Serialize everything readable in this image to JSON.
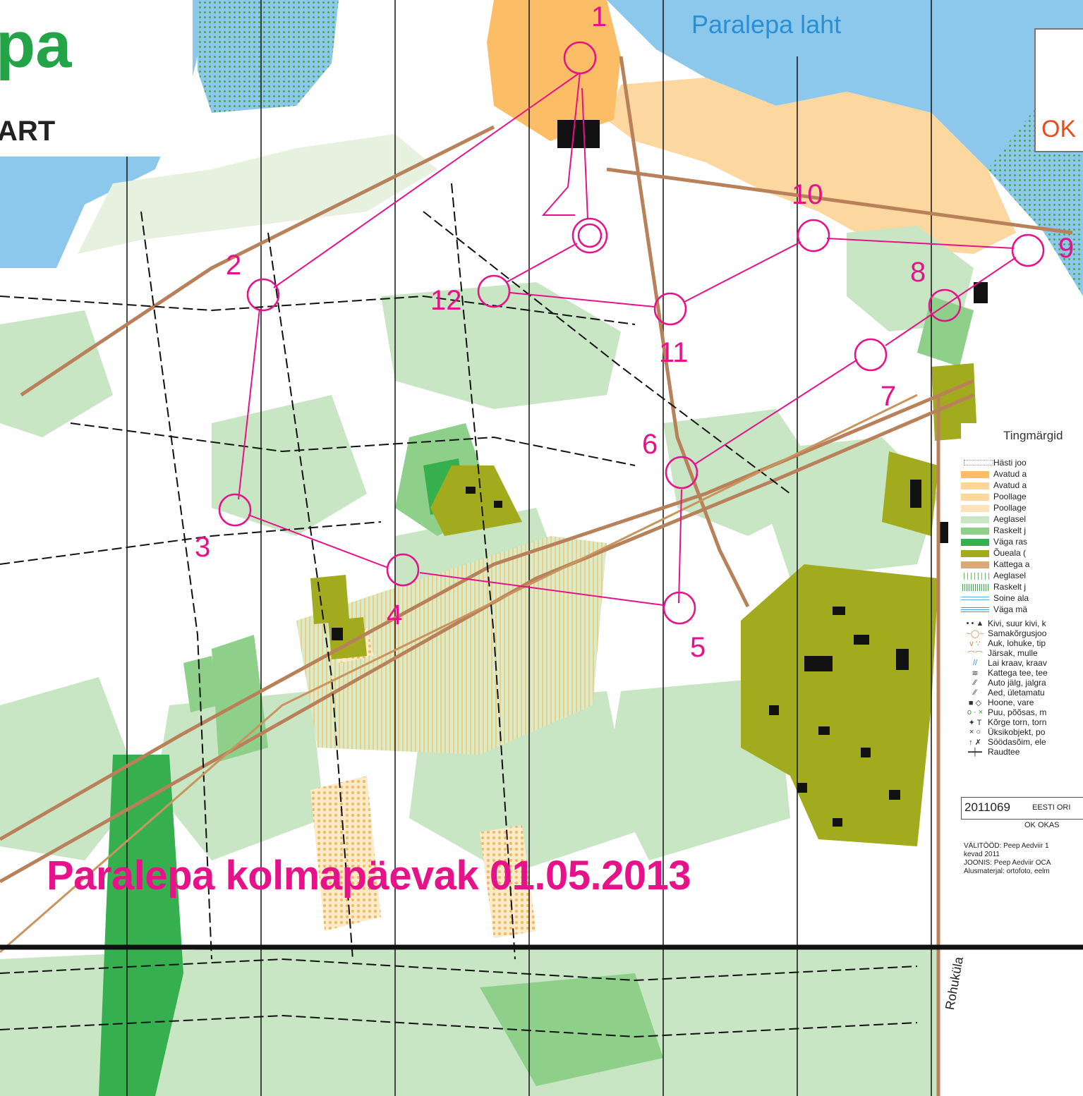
{
  "map": {
    "title_fragment": "pa",
    "subtitle_fragment": "ART",
    "bay_label": "Paralepa laht",
    "event_title": "Paralepa kolmapäevak 01.05.2013",
    "village_label": "Rohuküla",
    "club_logo_text": "OK",
    "controls": [
      {
        "label": "1"
      },
      {
        "label": "2"
      },
      {
        "label": "3"
      },
      {
        "label": "4"
      },
      {
        "label": "5"
      },
      {
        "label": "6"
      },
      {
        "label": "7"
      },
      {
        "label": "8"
      },
      {
        "label": "9"
      },
      {
        "label": "10"
      },
      {
        "label": "11"
      },
      {
        "label": "12"
      }
    ]
  },
  "legend": {
    "title": "Tingmärgid",
    "items": [
      "Hästi joo",
      "Avatud a",
      "Avatud a",
      "Poollage",
      "Poollage",
      "Aeglasel",
      "Raskelt j",
      "Väga ras",
      "Õueala (",
      "Kattega a",
      "Aeglasel",
      "Raskelt j",
      "Soine ala",
      "Väga mä",
      "Kivi, suur kivi, k",
      "Samakõrgusjoo",
      "Auk, lohuke, tip",
      "Järsak, mulle",
      "Lai kraav, kraav",
      "Kattega tee, tee",
      "Auto jälg, jalgra",
      "Aed, ületamatu",
      "Hoone, vare",
      "Puu, põõsas, m",
      "Kõrge torn, torn",
      "Üksikobjekt, po",
      "Söödasõim, ele",
      "Raudtee"
    ],
    "map_code": "2011069",
    "organization": "EESTI ORI",
    "club": "OK OKAS",
    "credits": [
      "VÄLITÖÖD: Peep Aedviir 1",
      "kevad 2011",
      "JOONIS: Peep Aedviir OCA",
      "Alusmaterjal: ortofoto, eelm"
    ]
  },
  "colors": {
    "course": "#e5128a",
    "water": "#8cc8ec",
    "open_land": "#fdd7a0",
    "green_light": "#c8e6c4",
    "green_mid": "#8ed08a",
    "green_dark": "#36b04e",
    "olive": "#a2ab1e",
    "title_green": "#22a447"
  }
}
